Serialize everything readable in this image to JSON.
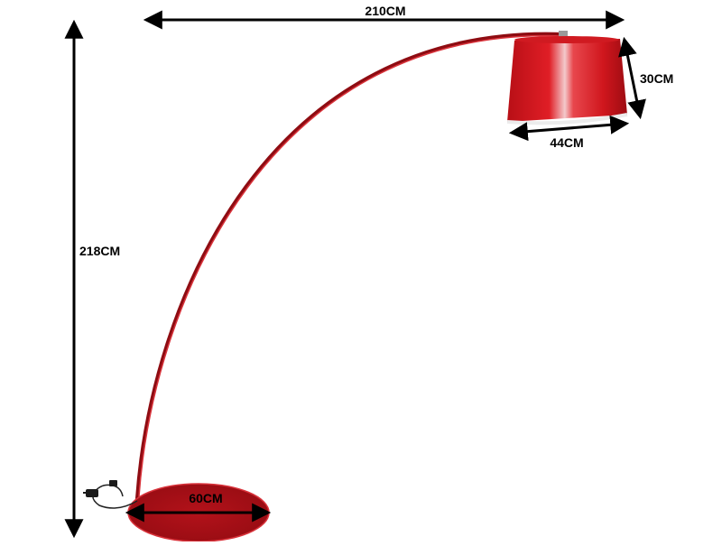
{
  "dimensions": {
    "overall_width": "210CM",
    "overall_height": "218CM",
    "shade_height": "30CM",
    "shade_diameter": "44CM",
    "base_diameter": "60CM"
  },
  "colors": {
    "lamp_red": "#c8151c",
    "lamp_dark_red": "#8e0c12",
    "base_red": "#b01018",
    "arrow": "#000000",
    "label": "#000000"
  }
}
